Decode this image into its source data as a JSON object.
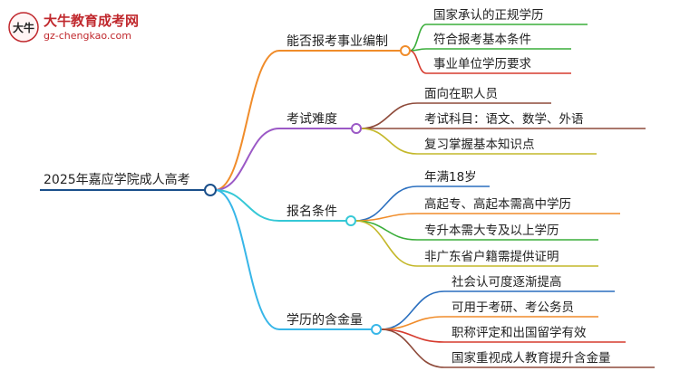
{
  "watermark": {
    "logo_title": "大牛教育成考网",
    "logo_url": "gz-chengkao.com",
    "logo_mark_text": "大牛"
  },
  "colors": {
    "branch_1": "#f08c2a",
    "branch_2": "#9b59c6",
    "branch_3": "#35c8d6",
    "branch_4": "#37b6e8",
    "leaf_red": "#d63b2e",
    "leaf_green": "#3aae3a",
    "leaf_brown": "#8e4a3a",
    "leaf_olive": "#c4b82a",
    "leaf_blue": "#2a6fbf",
    "leaf_orange": "#f08c2a",
    "root_line": "#1a4f8a"
  },
  "mindmap": {
    "root": "2025年嘉应学院成人高考",
    "branches": [
      {
        "label": "能否报考事业编制",
        "children": [
          "国家承认的正规学历",
          "符合报考基本条件",
          "事业单位学历要求"
        ]
      },
      {
        "label": "考试难度",
        "children": [
          "面向在职人员",
          "考试科目：语文、数学、外语",
          "复习掌握基本知识点"
        ]
      },
      {
        "label": "报名条件",
        "children": [
          "年满18岁",
          "高起专、高起本需高中学历",
          "专升本需大专及以上学历",
          "非广东省户籍需提供证明"
        ]
      },
      {
        "label": "学历的含金量",
        "children": [
          "社会认可度逐渐提高",
          "可用于考研、考公务员",
          "职称评定和出国留学有效",
          "国家重视成人教育提升含金量"
        ]
      }
    ]
  }
}
